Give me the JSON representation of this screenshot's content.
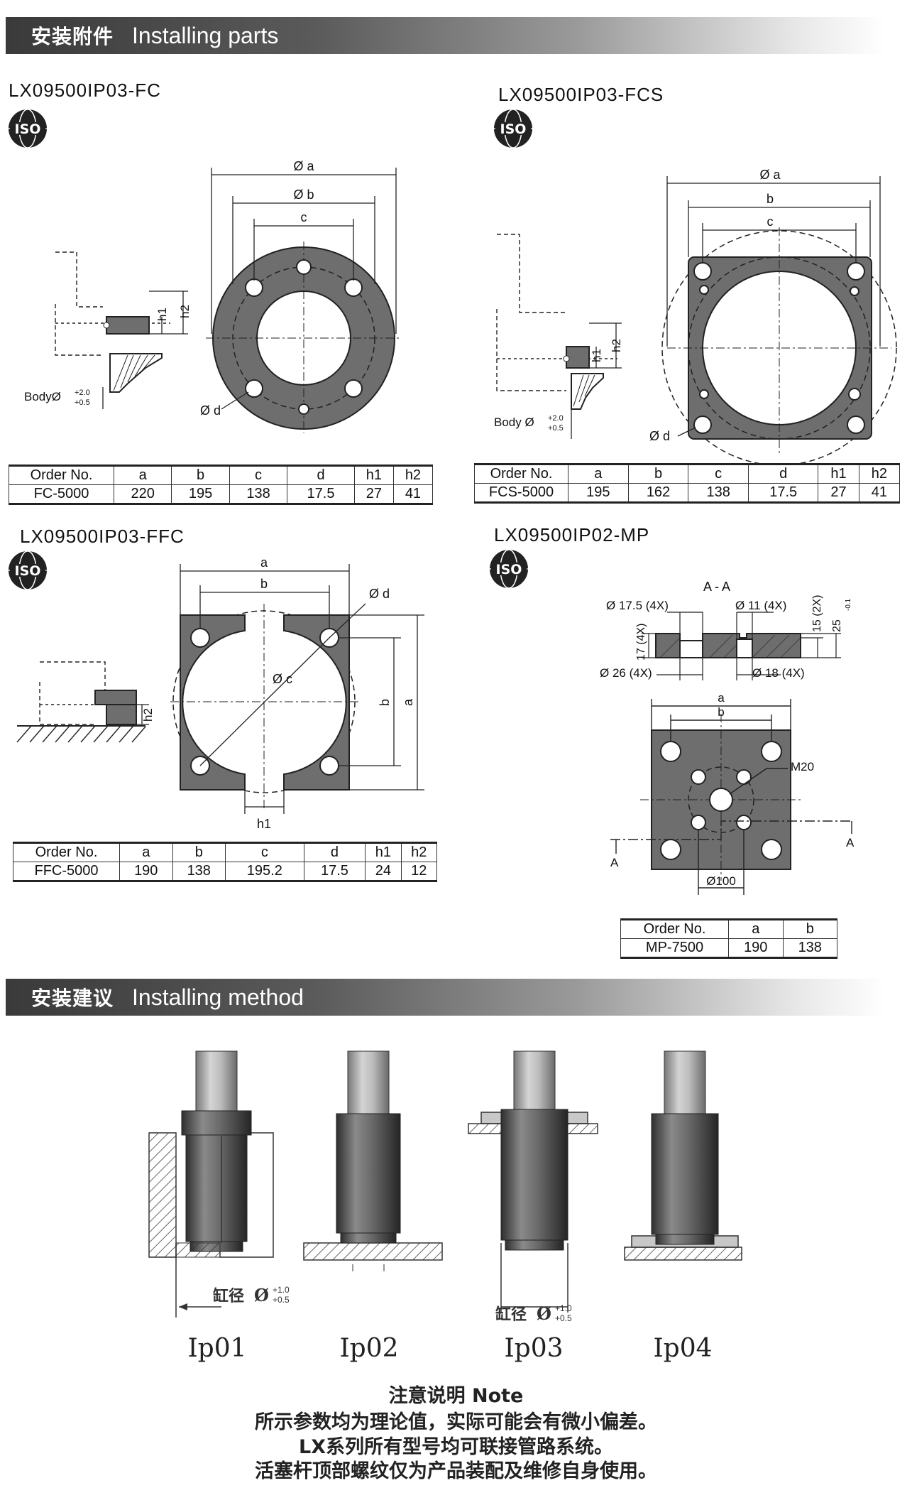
{
  "sections": {
    "parts": {
      "cn": "安装附件",
      "en": "Installing parts"
    },
    "method": {
      "cn": "安装建议",
      "en": "Installing method"
    }
  },
  "parts": [
    {
      "title": "LX09500IP03-FC",
      "labels": {
        "phi_a": "Ø a",
        "phi_b": "Ø b",
        "c": "c",
        "h1": "h1",
        "h2": "h2",
        "phi_d": "Ø d",
        "body": "BodyØ",
        "tol_up": "+2.0",
        "tol_dn": "+0.5"
      },
      "table": {
        "headers": [
          "Order No.",
          "a",
          "b",
          "c",
          "d",
          "h1",
          "h2"
        ],
        "row": [
          "FC-5000",
          "220",
          "195",
          "138",
          "17.5",
          "27",
          "41"
        ]
      }
    },
    {
      "title": "LX09500IP03-FCS",
      "labels": {
        "phi_a": "Ø a",
        "b": "b",
        "c": "c",
        "h1": "h1",
        "h2": "h2",
        "phi_d": "Ø d",
        "body": "Body Ø",
        "tol_up": "+2.0",
        "tol_dn": "+0.5"
      },
      "table": {
        "headers": [
          "Order No.",
          "a",
          "b",
          "c",
          "d",
          "h1",
          "h2"
        ],
        "row": [
          "FCS-5000",
          "195",
          "162",
          "138",
          "17.5",
          "27",
          "41"
        ]
      }
    },
    {
      "title": "LX09500IP03-FFC",
      "labels": {
        "a": "a",
        "b": "b",
        "phi_d": "Ø d",
        "phi_c": "Ø c",
        "h1": "h1",
        "h2": "h2"
      },
      "table": {
        "headers": [
          "Order No.",
          "a",
          "b",
          "c",
          "d",
          "h1",
          "h2"
        ],
        "row": [
          "FFC-5000",
          "190",
          "138",
          "195.2",
          "17.5",
          "24",
          "12"
        ]
      }
    },
    {
      "title": "LX09500IP02-MP",
      "labels": {
        "section": "A - A",
        "d175": "Ø 17.5 (4X)",
        "d11": "Ø 11 (4X)",
        "h15": "15 (2X)",
        "h25": "25",
        "tol": "-0.1",
        "h17": "17 (4X)",
        "d26": "Ø 26 (4X)",
        "d18": "Ø 18 (4X)",
        "a": "a",
        "b": "b",
        "m20": "M20",
        "arrowA": "A",
        "d100": "Ø100"
      },
      "table": {
        "headers": [
          "Order No.",
          "a",
          "b"
        ],
        "row": [
          "MP-7500",
          "190",
          "138"
        ]
      }
    }
  ],
  "methods": {
    "labels": [
      "Ip01",
      "Ip02",
      "Ip03",
      "Ip04"
    ],
    "bore_cn": "缸径",
    "bore_phi": "Ø",
    "bore_tol_up": "+1.0",
    "bore_tol_dn": "+0.5"
  },
  "note": {
    "title": "注意说明 Note",
    "lines": [
      "所示参数均为理论值，实际可能会有微小偏差。",
      "LX系列所有型号均可联接管路系统。",
      "活塞杆顶部螺纹仅为产品装配及维修自身使用。"
    ]
  },
  "iso_text": "ISO",
  "colors": {
    "plate": "#6e6e6e",
    "banner_dark": "#3a3a3a",
    "hatch": "#333333"
  }
}
